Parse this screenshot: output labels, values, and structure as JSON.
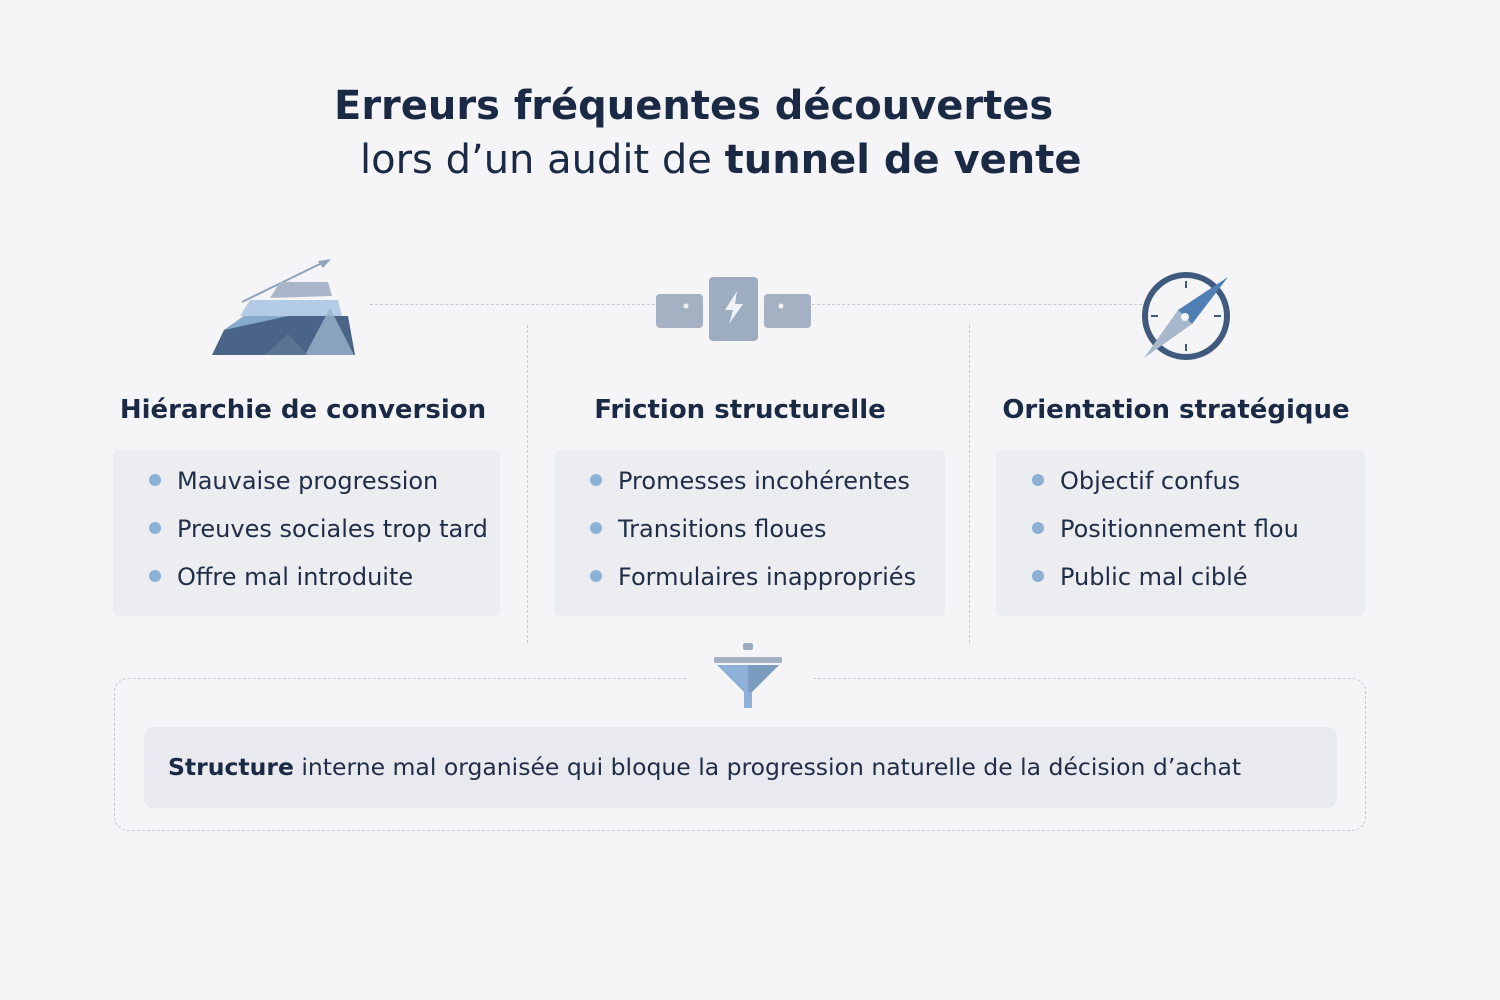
{
  "title": {
    "line1": "Erreurs fréquentes découvertes",
    "line2_regular": "lors d’un audit de ",
    "line2_bold": "tunnel de vente"
  },
  "columns": [
    {
      "title": "Hiérarchie de conversion",
      "icon": "mountain-growth-icon",
      "items": [
        "Mauvaise progression",
        "Preuves sociales trop tard",
        "Offre mal introduite"
      ]
    },
    {
      "title": "Friction structurelle",
      "icon": "connector-lightning-icon",
      "items": [
        "Promesses incohérentes",
        "Transitions floues",
        "Formulaires inappropriés"
      ]
    },
    {
      "title": "Orientation stratégique",
      "icon": "compass-icon",
      "items": [
        "Objectif confus",
        "Positionnement flou",
        "Public mal ciblé"
      ]
    }
  ],
  "bottom": {
    "icon": "funnel-icon",
    "bold": "Structure",
    "text": " interne mal organisée qui bloque la progression naturelle de la décision d’achat"
  },
  "colors": {
    "text_dark": "#1b2a44",
    "bullet": "#8db0d6",
    "card_bg": "#ecedf1",
    "dashed": "#c7cbd3",
    "icon_blue": "#4f7fb5",
    "icon_slate": "#3f5a7e"
  }
}
